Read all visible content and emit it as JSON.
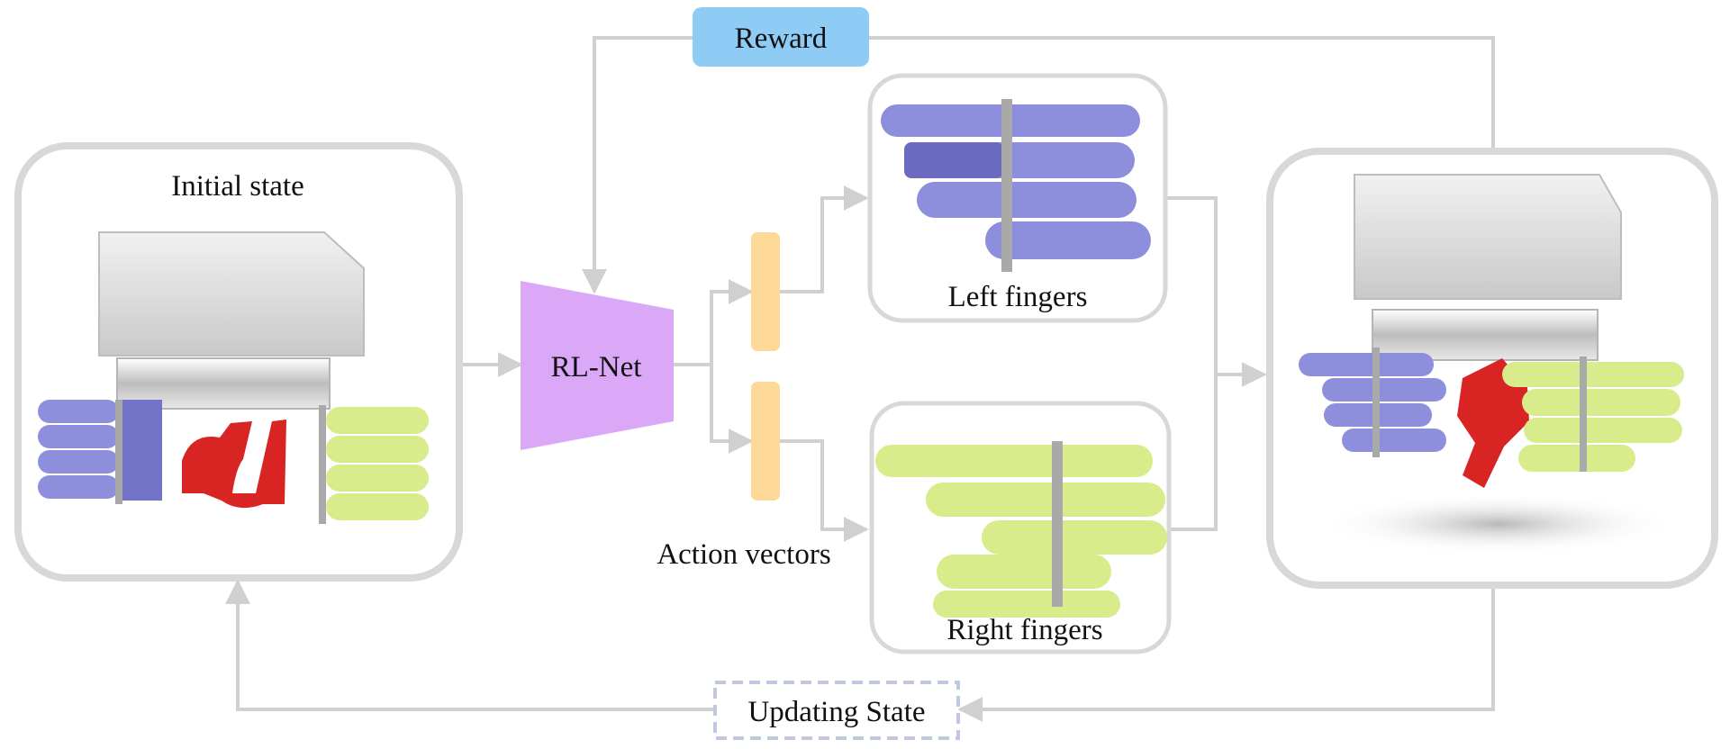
{
  "labels": {
    "initial_state": "Initial state",
    "reward": "Reward",
    "rl_net": "RL-Net",
    "left_fingers": "Left fingers",
    "right_fingers": "Right fingers",
    "action_vectors": "Action vectors",
    "updating_state": "Updating State"
  },
  "colors": {
    "reward_box": "#8ecbf5",
    "rl_net": "#dba8f8",
    "action_vector": "#fdd896",
    "left_fingers": "#8e8fdc",
    "right_fingers": "#d9ec8c",
    "object": "#d92424",
    "arrow": "#d0d0d0",
    "panel_border": "#d6d6d6",
    "updating_border": "#c0c8e0"
  }
}
